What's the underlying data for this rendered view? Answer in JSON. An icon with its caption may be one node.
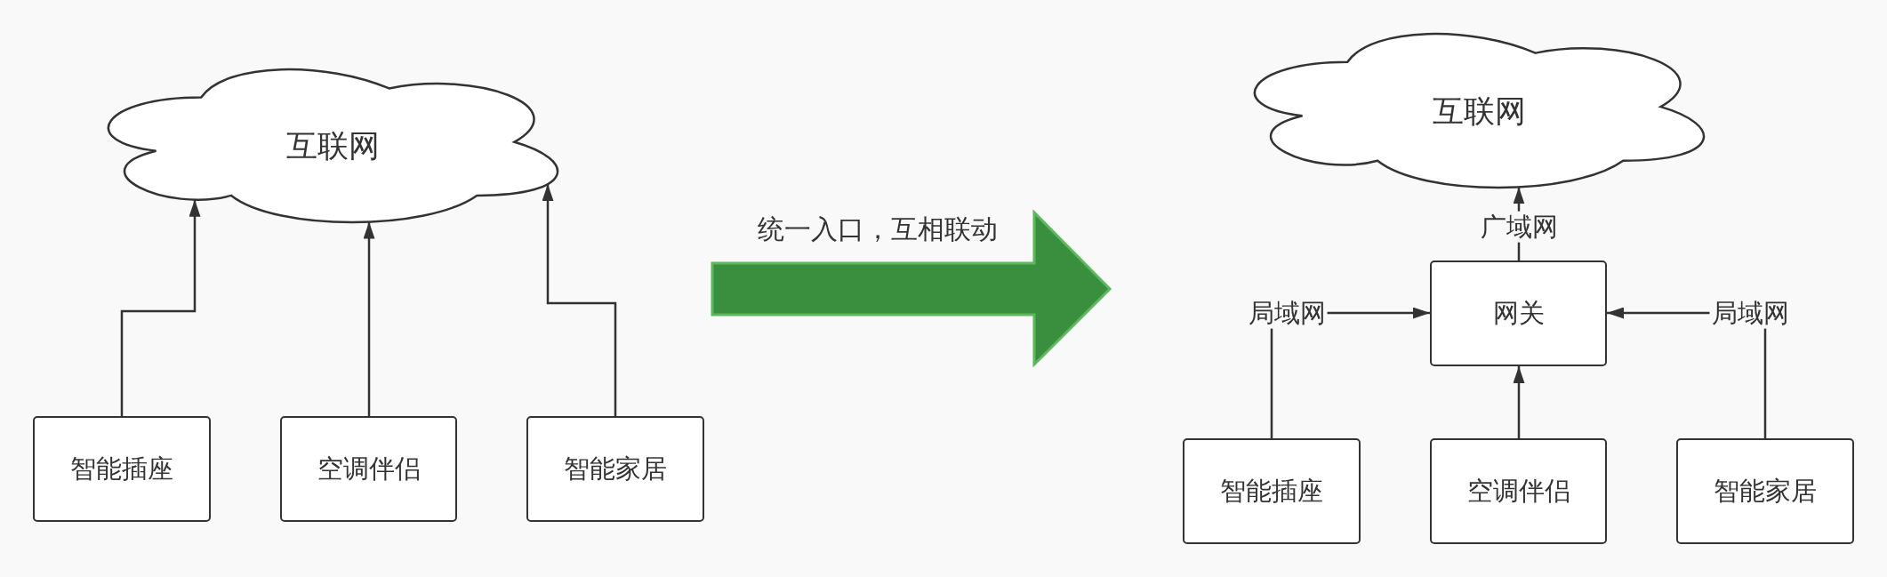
{
  "diagram": {
    "nodes": [
      {
        "text": [
          "互联网"
        ]
      },
      {
        "text": [
          "智能插座"
        ]
      },
      {
        "text": [
          "空调伴侣"
        ]
      },
      {
        "text": [
          "智能家居"
        ]
      },
      {
        "text": [
          "互联网"
        ]
      },
      {
        "text": [
          "网关"
        ]
      },
      {
        "text": [
          "智能插座"
        ]
      },
      {
        "text": [
          "空调伴侣"
        ]
      },
      {
        "text": [
          "智能家居"
        ]
      }
    ],
    "edges": [
      {
        "from": 1,
        "to": 0,
        "arrow": "to"
      },
      {
        "from": 2,
        "to": 0,
        "arrow": "to"
      },
      {
        "from": 3,
        "to": 0,
        "arrow": "to"
      },
      {
        "from": 5,
        "to": 4,
        "arrow": "to",
        "label": "广域网"
      },
      {
        "from": 6,
        "to": 5,
        "arrow": "to",
        "label": "局域网"
      },
      {
        "from": 7,
        "to": 5,
        "arrow": "to"
      },
      {
        "from": 8,
        "to": 5,
        "arrow": "to",
        "label": "局域网"
      }
    ],
    "labels": [
      "统一入口，互相联动"
    ]
  }
}
